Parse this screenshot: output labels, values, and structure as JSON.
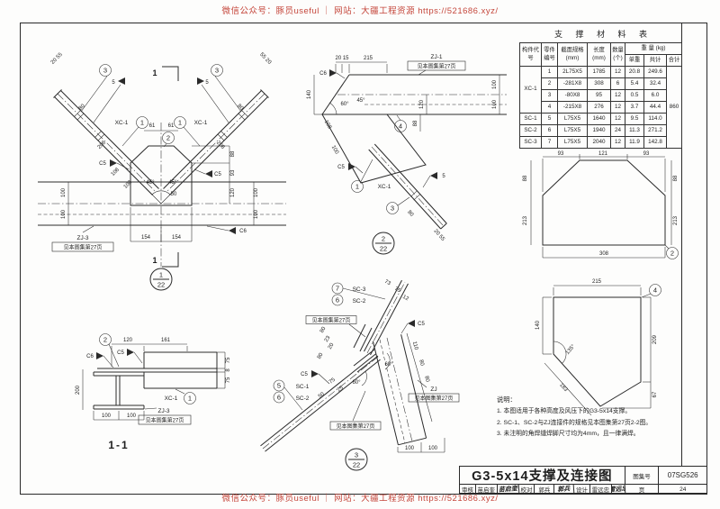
{
  "watermark": {
    "text": "微信公众号：豚员useful ｜ 网站：大疆工程资源 https://521686.xyz/"
  },
  "material_table": {
    "title": "支 撑 材 料 表",
    "col_member": "构件代号",
    "col_part": "零件编号",
    "col_section": "截面规格 (mm)",
    "col_length": "长度 (mm)",
    "col_qty": "数量(个)",
    "col_weight": "重 量 (kg)",
    "col_unit": "单重",
    "col_sub": "共计",
    "col_total": "合计",
    "grand_total": "860",
    "rows": [
      {
        "member": "XC-1",
        "part": "1",
        "section": "2L75X5",
        "length": "1785",
        "qty": "12",
        "unit": "20.8",
        "sub": "249.6"
      },
      {
        "part": "2",
        "section": "-281X8",
        "length": "308",
        "qty": "6",
        "unit": "5.4",
        "sub": "32.4"
      },
      {
        "part": "3",
        "section": "-80X8",
        "length": "95",
        "qty": "12",
        "unit": "0.5",
        "sub": "6.0"
      },
      {
        "part": "4",
        "section": "-215X8",
        "length": "276",
        "qty": "12",
        "unit": "3.7",
        "sub": "44.4"
      },
      {
        "member": "SC-1",
        "part": "5",
        "section": "L75X5",
        "length": "1640",
        "qty": "12",
        "unit": "9.5",
        "sub": "114.0"
      },
      {
        "member": "SC-2",
        "part": "6",
        "section": "L75X5",
        "length": "1940",
        "qty": "24",
        "unit": "11.3",
        "sub": "271.2"
      },
      {
        "member": "SC-3",
        "part": "7",
        "section": "L75X5",
        "length": "2040",
        "qty": "12",
        "unit": "11.9",
        "sub": "142.8"
      }
    ]
  },
  "dwg": {
    "see_page": "见本图集第27页",
    "c5": "C5",
    "c6": "C6",
    "w5": "5",
    "d1": {
      "num": "1",
      "page": "22",
      "sec": "1",
      "xc": "XC-1",
      "p1": "1",
      "p2": "2",
      "p3": "3",
      "end_l": "20 55",
      "end_r": "55 20",
      "d80": "80",
      "d61": "61",
      "d88": "88",
      "d93": "93",
      "d120": "120",
      "d100": "100",
      "d154": "154",
      "d108": "108",
      "d208": "208",
      "a45": "45°",
      "d50": "50",
      "zj": "ZJ-3"
    },
    "d2": {
      "num": "2",
      "page": "22",
      "d20_15": "20 15",
      "d215": "215",
      "zj": "ZJ-1",
      "d140": "140",
      "a60": "60°",
      "a45": "45°",
      "d100": "100",
      "d120": "120",
      "d88": "88",
      "d108": "108",
      "p4": "4",
      "p1": "1",
      "p3": "3",
      "xc": "XC-1",
      "d80": "80",
      "end": "20 55"
    },
    "d3": {
      "num": "3",
      "page": "22",
      "p5": "5",
      "p6": "6",
      "p7": "7",
      "sc1": "SC-1",
      "sc2": "SC-2",
      "sc3": "SC-3",
      "d73": "73",
      "d75b": "75",
      "d12": "12",
      "d110": "110",
      "d80": "80",
      "a60": "60°",
      "d23": "23",
      "d20": "20",
      "d50": "50",
      "d25": "25",
      "d75": "75",
      "d100": "100",
      "zj": "ZJ"
    },
    "s11": {
      "t": "1-1",
      "p2": "2",
      "d120": "120",
      "d161": "161",
      "d75": "75",
      "d8": "8",
      "d200": "200",
      "d100": "100",
      "xc": "XC-1",
      "p1": "1",
      "zj": "ZJ-3"
    },
    "p2": {
      "p": "2",
      "d93": "93",
      "d121": "121",
      "d88": "88",
      "d213": "213",
      "d308": "308"
    },
    "p4": {
      "p": "4",
      "d215": "215",
      "d140": "140",
      "a135": "135°",
      "d183": "183",
      "d209": "209",
      "d67": "67"
    }
  },
  "notes": {
    "title": "说明：",
    "items": [
      "1. 本图适用于各种高度及风压下的G3-5x14支撑。",
      "2. SC-1、SC-2与ZJ连接件的规格见本图集第27页2-2图。",
      "3. 未注明的角焊缝焊脚尺寸均为4mm，且一律满焊。"
    ]
  },
  "title_block": {
    "title": "G3-5x14支撑及连接图",
    "atlas_label": "图集号",
    "atlas_no": "07SG526",
    "page_label": "页",
    "page_no": "24",
    "check_label": "审核",
    "check_name": "苗启奎",
    "check_sig": "苗启奎",
    "proof_label": "校对",
    "proof_name": "郭兵",
    "proof_sig": "郭兵",
    "design_label": "设计",
    "design_name": "雷远忠",
    "design_sig": "雷远忠"
  }
}
